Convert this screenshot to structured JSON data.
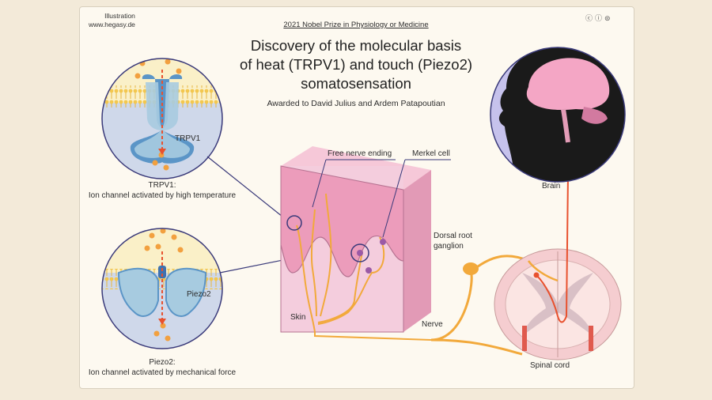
{
  "credit": {
    "line1": "Illustration",
    "line2": "www.hegasy.de"
  },
  "license_icons": [
    "cc-icon",
    "by-icon",
    "nd-icon"
  ],
  "header": {
    "supertitle": "2021 Nobel Prize in Physiology or Medicine",
    "title_line1": "Discovery of  the molecular basis",
    "title_line2": "of heat (TRPV1) and touch (Piezo2)",
    "title_line3": "somatosensation",
    "award": "Awarded to David Julius and Ardem Patapoutian"
  },
  "labels": {
    "trpv1_channel": "TRPV1",
    "trpv1_caption_1": "TRPV1:",
    "trpv1_caption_2": "Ion channel activated by high temperature",
    "piezo2_channel": "Piezo2",
    "piezo2_caption_1": "Piezo2:",
    "piezo2_caption_2": "Ion channel activated by mechanical force",
    "free_nerve_ending": "Free nerve ending",
    "merkel_cell": "Merkel cell",
    "skin": "Skin",
    "nerve": "Nerve",
    "drg_1": "Dorsal root",
    "drg_2": "ganglion",
    "spinal_cord": "Spinal cord",
    "brain": "Brain"
  },
  "colors": {
    "background": "#f3ead9",
    "channel_blue": "#a7cbe0",
    "membrane_yellow": "#f2d98c",
    "nerve_orange": "#f2a93b",
    "signal_red": "#e8512e",
    "skin_pink": "#f0bdd0",
    "circle_line": "#3a3a7a",
    "head_lavender": "#c6c2ec"
  }
}
